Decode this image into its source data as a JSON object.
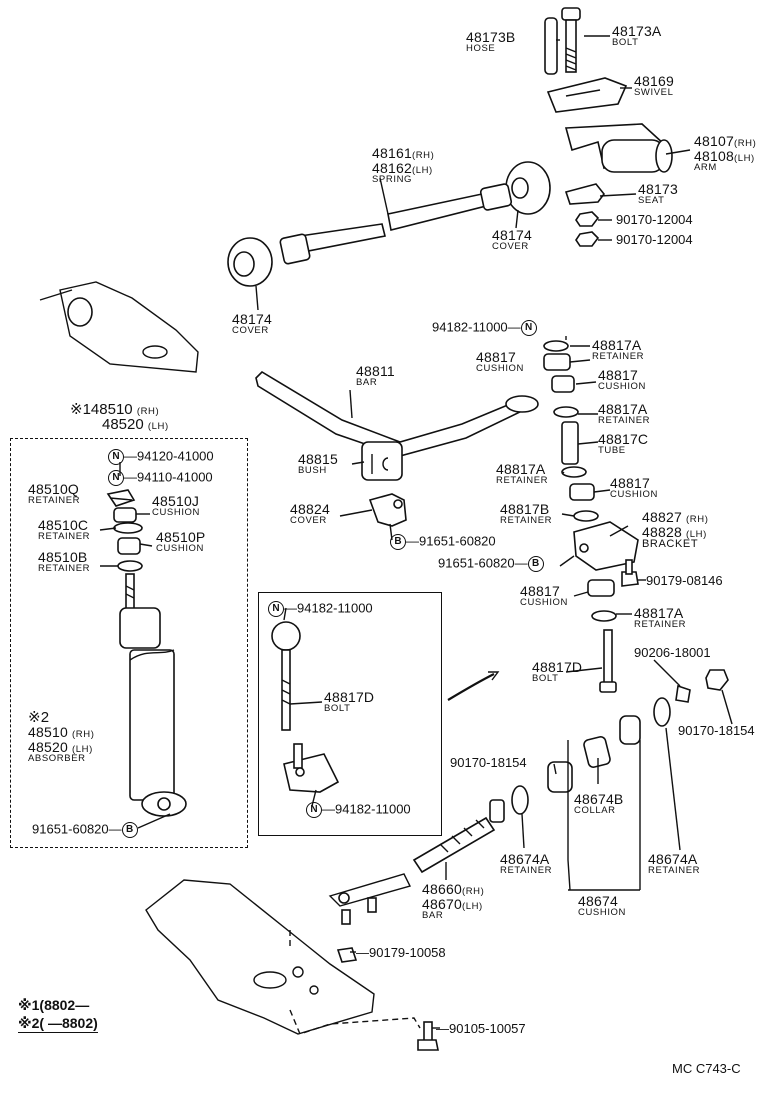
{
  "parts": {
    "p48173B": {
      "num": "48173B",
      "name": "HOSE"
    },
    "p48173A": {
      "num": "48173A",
      "name": "BOLT"
    },
    "p48169": {
      "num": "48169",
      "name": "SWIVEL"
    },
    "p48107": {
      "num": "48107",
      "rh": "(RH)",
      "num2": "48108",
      "lh": "(LH)",
      "name": "ARM"
    },
    "p48161": {
      "num": "48161",
      "rh": "(RH)",
      "num2": "48162",
      "lh": "(LH)",
      "name": "SPRING"
    },
    "p48173": {
      "num": "48173",
      "name": "SEAT"
    },
    "p48174a": {
      "num": "48174",
      "name": "COVER"
    },
    "p48174b": {
      "num": "48174",
      "name": "COVER"
    },
    "p48811": {
      "num": "48811",
      "name": "BAR"
    },
    "p48815": {
      "num": "48815",
      "name": "BUSH"
    },
    "p48824": {
      "num": "48824",
      "name": "COVER"
    },
    "p48817A1": {
      "num": "48817A",
      "name": "RETAINER"
    },
    "p48817_1": {
      "num": "48817",
      "name": "CUSHION"
    },
    "p48817_2": {
      "num": "48817",
      "name": "CUSHION"
    },
    "p48817A2": {
      "num": "48817A",
      "name": "RETAINER"
    },
    "p48817C": {
      "num": "48817C",
      "name": "TUBE"
    },
    "p48817A3": {
      "num": "48817A",
      "name": "RETAINER"
    },
    "p48817_3": {
      "num": "48817",
      "name": "CUSHION"
    },
    "p48817B": {
      "num": "48817B",
      "name": "RETAINER"
    },
    "p48827": {
      "num": "48827",
      "rh": "(RH)",
      "num2": "48828",
      "lh": "(LH)",
      "name": "BRACKET"
    },
    "p48817_4": {
      "num": "48817",
      "name": "CUSHION"
    },
    "p48817A4": {
      "num": "48817A",
      "name": "RETAINER"
    },
    "p48817D": {
      "num": "48817D",
      "name": "BOLT"
    },
    "p48817D_box": {
      "num": "48817D",
      "name": "BOLT"
    },
    "p48510Q": {
      "num": "48510Q",
      "name": "RETAINER"
    },
    "p48510J": {
      "num": "48510J",
      "name": "CUSHION"
    },
    "p48510C": {
      "num": "48510C",
      "name": "RETAINER"
    },
    "p48510P": {
      "num": "48510P",
      "name": "CUSHION"
    },
    "p48510B": {
      "num": "48510B",
      "name": "RETAINER"
    },
    "p48510_abs": {
      "mark": "※2",
      "num": "48510",
      "rh": "(RH)",
      "num2": "48520",
      "lh": "(LH)",
      "name": "ABSORBER"
    },
    "p48510_top": {
      "mark": "※1",
      "num": "48510",
      "rh": "(RH)",
      "num2": "48520",
      "lh": "(LH)"
    },
    "p48674B": {
      "num": "48674B",
      "name": "COLLAR"
    },
    "p48674A_l": {
      "num": "48674A",
      "name": "RETAINER"
    },
    "p48674A_r": {
      "num": "48674A",
      "name": "RETAINER"
    },
    "p48674": {
      "num": "48674",
      "name": "CUSHION"
    },
    "p48660": {
      "num": "48660",
      "rh": "(RH)",
      "num2": "48670",
      "lh": "(LH)",
      "name": "BAR"
    }
  },
  "fasteners": {
    "f90170_12004a": "90170-12004",
    "f90170_12004b": "90170-12004",
    "f94182_11000a": "94182-11000",
    "f91651_60820a": "91651-60820",
    "f91651_60820b": "91651-60820",
    "f90179_08146": "90179-08146",
    "f90206_18001": "90206-18001",
    "f90170_18154a": "90170-18154",
    "f90170_18154b": "90170-18154",
    "f94120_41000": "94120-41000",
    "f94110_41000": "94110-41000",
    "f94182_11000b": "94182-11000",
    "f94182_11000c": "94182-11000",
    "f91651_60820c": "91651-60820",
    "f90179_10058": "90179-10058",
    "f90105_10057": "90105-10057"
  },
  "marks": {
    "N": "N",
    "B": "B"
  },
  "legend": {
    "l1_mark": "※1",
    "l1_text": "(8802—",
    "l2_mark": "※2",
    "l2_text": "(  —8802)"
  },
  "footer": {
    "code": "MC  C743-C"
  }
}
